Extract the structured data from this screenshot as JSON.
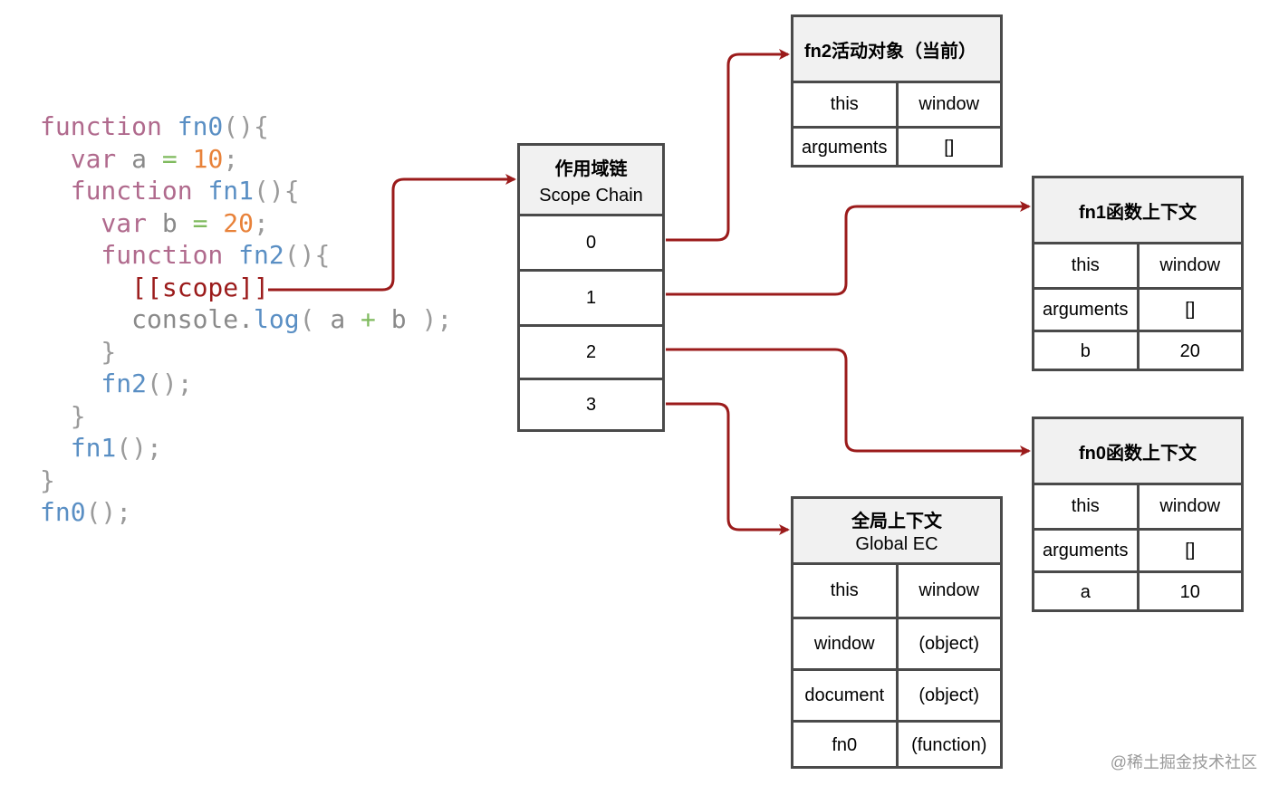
{
  "code": {
    "lines": [
      [
        {
          "t": "function ",
          "c": "kw"
        },
        {
          "t": "fn0",
          "c": "fn"
        },
        {
          "t": "(){",
          "c": "pn"
        }
      ],
      [
        {
          "t": "  var ",
          "c": "kw"
        },
        {
          "t": "a ",
          "c": "id"
        },
        {
          "t": "= ",
          "c": "op"
        },
        {
          "t": "10",
          "c": "num"
        },
        {
          "t": ";",
          "c": "pn"
        }
      ],
      [
        {
          "t": "  function ",
          "c": "kw"
        },
        {
          "t": "fn1",
          "c": "fn"
        },
        {
          "t": "(){",
          "c": "pn"
        }
      ],
      [
        {
          "t": "    var ",
          "c": "kw"
        },
        {
          "t": "b ",
          "c": "id"
        },
        {
          "t": "= ",
          "c": "op"
        },
        {
          "t": "20",
          "c": "num"
        },
        {
          "t": ";",
          "c": "pn"
        }
      ],
      [
        {
          "t": "    function ",
          "c": "kw"
        },
        {
          "t": "fn2",
          "c": "fn"
        },
        {
          "t": "(){",
          "c": "pn"
        }
      ],
      [
        {
          "t": "      [[scope]]",
          "c": "sc"
        }
      ],
      [
        {
          "t": "      console.",
          "c": "id"
        },
        {
          "t": "log",
          "c": "fn"
        },
        {
          "t": "( ",
          "c": "pn"
        },
        {
          "t": "a ",
          "c": "id"
        },
        {
          "t": "+ ",
          "c": "op"
        },
        {
          "t": "b ",
          "c": "id"
        },
        {
          "t": ");",
          "c": "pn"
        }
      ],
      [
        {
          "t": "    }",
          "c": "pn"
        }
      ],
      [
        {
          "t": "    fn2",
          "c": "fn"
        },
        {
          "t": "();",
          "c": "pn"
        }
      ],
      [
        {
          "t": "  }",
          "c": "pn"
        }
      ],
      [
        {
          "t": "  fn1",
          "c": "fn"
        },
        {
          "t": "();",
          "c": "pn"
        }
      ],
      [
        {
          "t": "}",
          "c": "pn"
        }
      ],
      [
        {
          "t": "fn0",
          "c": "fn"
        },
        {
          "t": "();",
          "c": "pn"
        }
      ]
    ]
  },
  "scope_chain": {
    "title_cn": "作用域链",
    "title_en": "Scope Chain",
    "items": [
      "0",
      "1",
      "2",
      "3"
    ]
  },
  "fn2_ao": {
    "title": "fn2活动对象（当前）",
    "rows": [
      [
        "this",
        "window"
      ],
      [
        "arguments",
        "[]"
      ]
    ]
  },
  "fn1_ctx": {
    "title": "fn1函数上下文",
    "rows": [
      [
        "this",
        "window"
      ],
      [
        "arguments",
        "[]"
      ],
      [
        "b",
        "20"
      ]
    ]
  },
  "fn0_ctx": {
    "title": "fn0函数上下文",
    "rows": [
      [
        "this",
        "window"
      ],
      [
        "arguments",
        "[]"
      ],
      [
        "a",
        "10"
      ]
    ]
  },
  "global_ec": {
    "title_cn": "全局上下文",
    "title_en": "Global EC",
    "rows": [
      [
        "this",
        "window"
      ],
      [
        "window",
        "(object)"
      ],
      [
        "document",
        "(object)"
      ],
      [
        "fn0",
        "(function)"
      ]
    ]
  },
  "watermark": "@稀土掘金技术社区",
  "colors": {
    "arrow": "#9b1b1b",
    "border": "#4a4a4a",
    "header_bg": "#f1f1f1"
  }
}
